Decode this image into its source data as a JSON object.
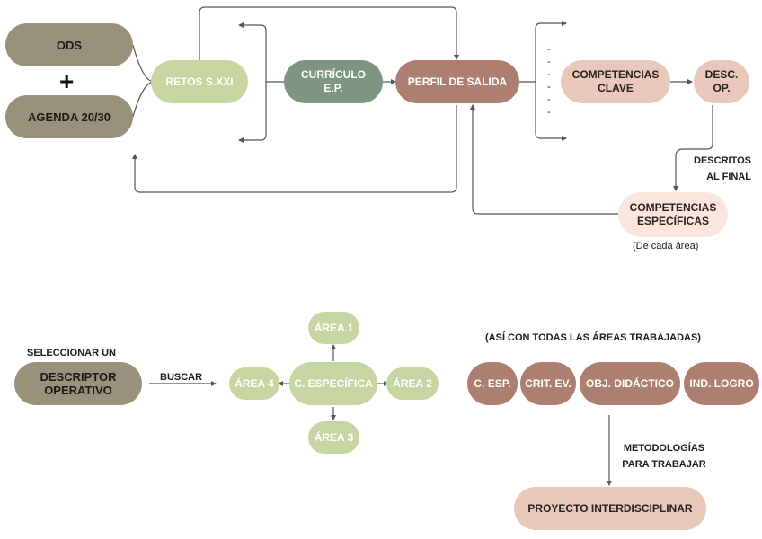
{
  "nodes": {
    "ods": "ODS",
    "plus": "+",
    "agenda": "AGENDA 20/30",
    "retos": "RETOS S.XXI",
    "curriculo": "CURRÍCULO\nE.P.",
    "perfil": "PERFIL DE SALIDA",
    "dash_list": "-\n-\n-\n-\n-\n-",
    "competencias_clave": "COMPETENCIAS\nCLAVE",
    "desc_op": "DESC.\nOP.",
    "descritos_al_final": "DESCRITOS\nAL FINAL",
    "competencias_especificas": "COMPETENCIAS\nESPECÍFICAS",
    "de_cada_area": "(De cada área)"
  },
  "bottom_left": {
    "seleccionar_un": "SELECCIONAR UN",
    "descriptor_operativo": "DESCRIPTOR\nOPERATIVO",
    "buscar": "BUSCAR",
    "c_especifica": "C. ESPECÍFICA",
    "area1": "ÁREA 1",
    "area2": "ÁREA 2",
    "area3": "ÁREA 3",
    "area4": "ÁREA 4"
  },
  "bottom_right": {
    "note": "(ASÍ CON TODAS LAS ÁREAS TRABAJADAS)",
    "c_esp": "C. ESP.",
    "crit_ev": "CRIT. EV.",
    "obj_didactico": "OBJ. DIDÁCTICO",
    "ind_logro": "IND. LOGRO",
    "metodologias": "METODOLOGÍAS\nPARA TRABAJAR",
    "proyecto": "PROYECTO INTERDISCIPLINAR"
  },
  "colors": {
    "dark_olive": "#9a917c",
    "light_green": "#c8d5a3",
    "sage": "#7d9581",
    "rose": "#ad7f71",
    "pink": "#e8c8ba",
    "pale_pink": "#fbe6df",
    "line": "#555555"
  }
}
